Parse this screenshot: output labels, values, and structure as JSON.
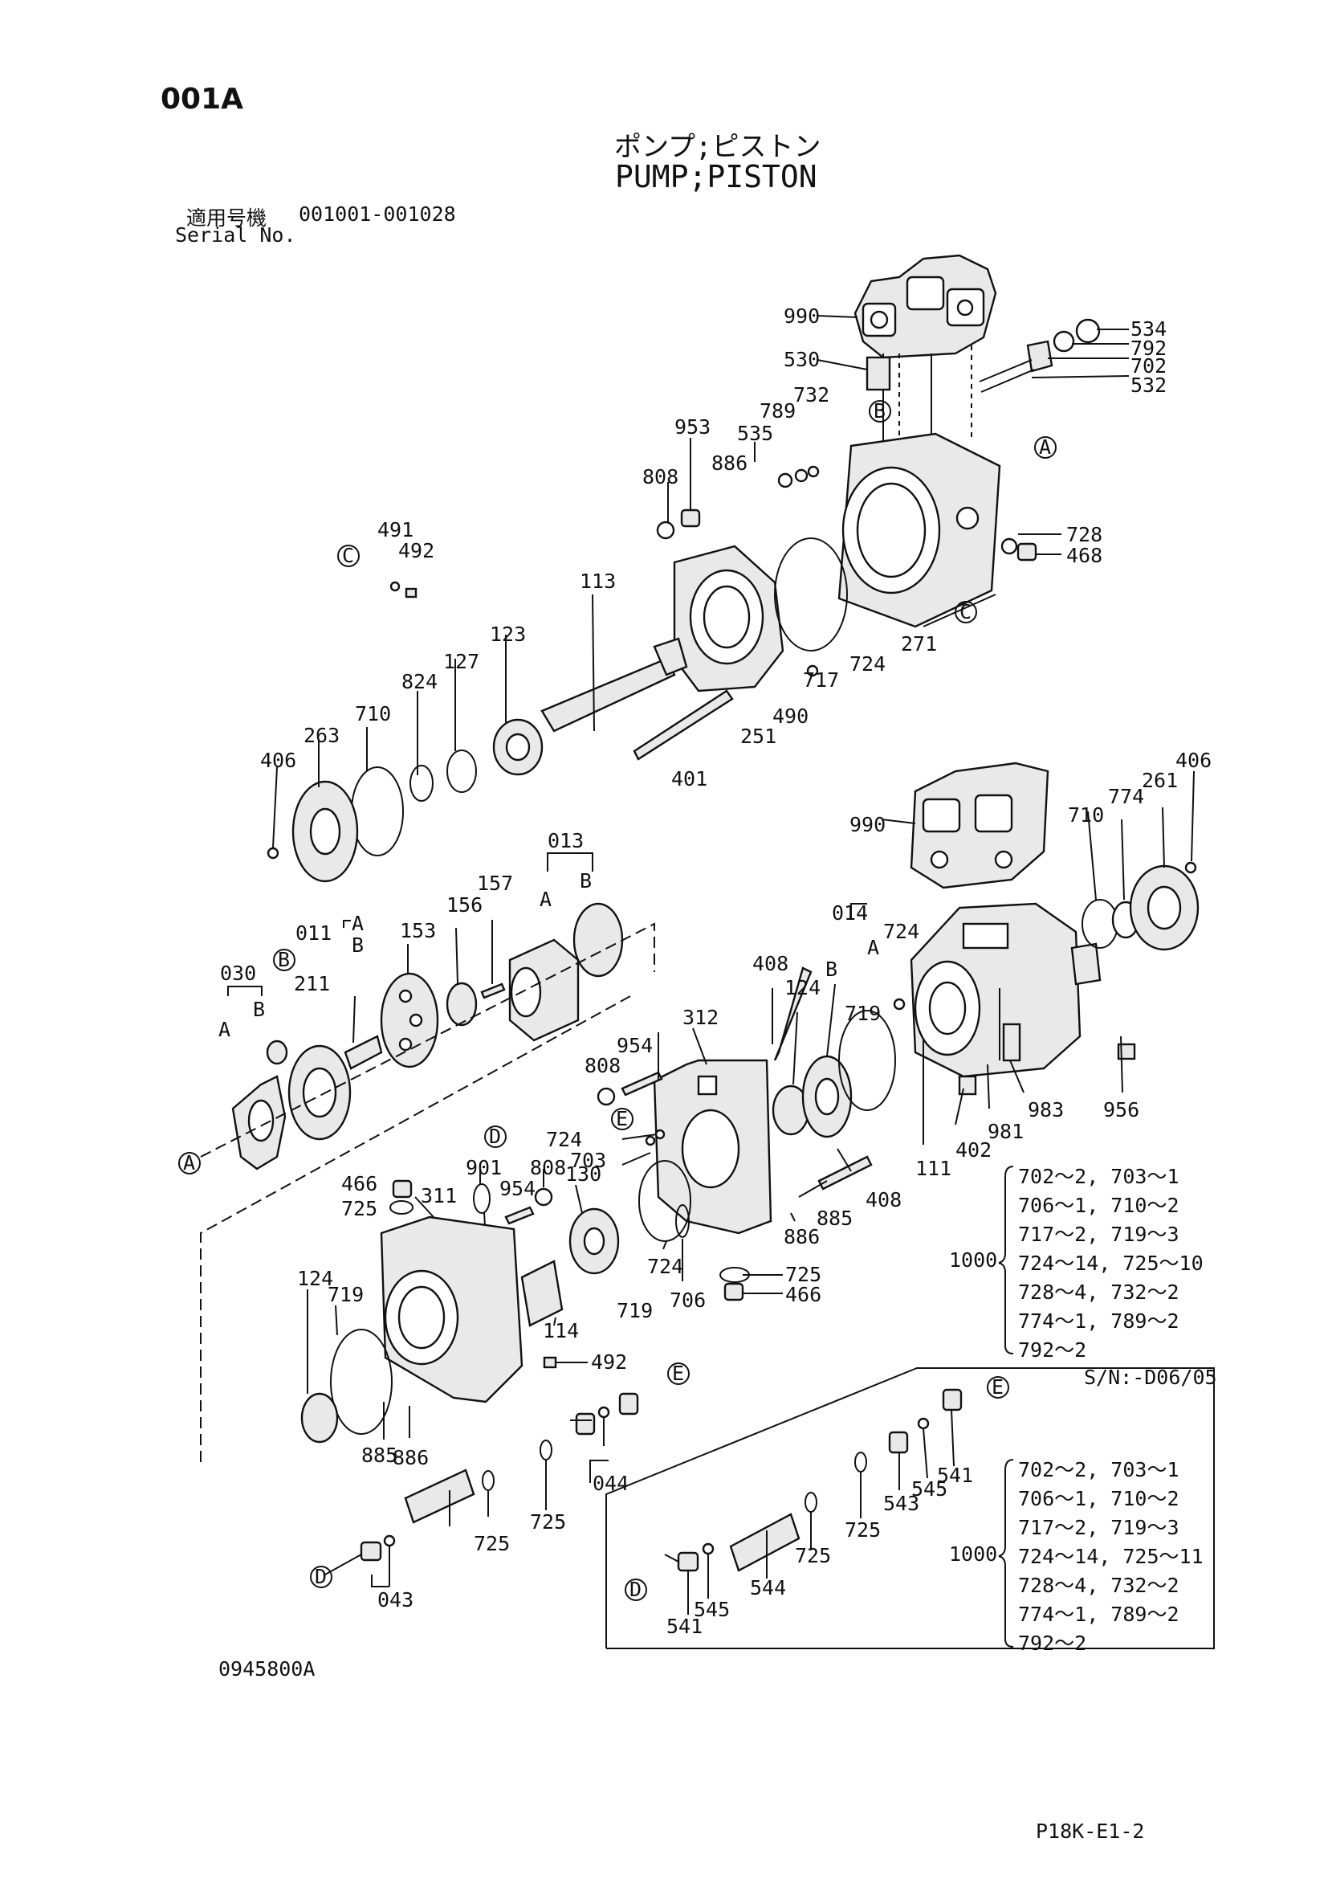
{
  "header": {
    "page_id": "001A",
    "title_jp": "ポンプ;ピストン",
    "title_en": "PUMP;PISTON",
    "serial_label_jp": "適用号機",
    "serial_range": "001001-001028",
    "serial_label_en": "Serial No."
  },
  "footer": {
    "doc_code": "0945800A",
    "page_code": "P18K-E1-2"
  },
  "callouts": [
    {
      "id": "990a",
      "text": "990"
    },
    {
      "id": "530",
      "text": "530"
    },
    {
      "id": "534",
      "text": "534"
    },
    {
      "id": "792",
      "text": "792"
    },
    {
      "id": "702",
      "text": "702"
    },
    {
      "id": "532",
      "text": "532"
    },
    {
      "id": "953",
      "text": "953"
    },
    {
      "id": "789",
      "text": "789"
    },
    {
      "id": "732",
      "text": "732"
    },
    {
      "id": "535",
      "text": "535"
    },
    {
      "id": "808a",
      "text": "808"
    },
    {
      "id": "886a",
      "text": "886"
    },
    {
      "id": "728",
      "text": "728"
    },
    {
      "id": "468",
      "text": "468"
    },
    {
      "id": "491",
      "text": "491"
    },
    {
      "id": "492a",
      "text": "492"
    },
    {
      "id": "113",
      "text": "113"
    },
    {
      "id": "123",
      "text": "123"
    },
    {
      "id": "127",
      "text": "127"
    },
    {
      "id": "824",
      "text": "824"
    },
    {
      "id": "710a",
      "text": "710"
    },
    {
      "id": "263",
      "text": "263"
    },
    {
      "id": "406a",
      "text": "406"
    },
    {
      "id": "717",
      "text": "717"
    },
    {
      "id": "724a",
      "text": "724"
    },
    {
      "id": "271",
      "text": "271"
    },
    {
      "id": "490",
      "text": "490"
    },
    {
      "id": "251",
      "text": "251"
    },
    {
      "id": "401",
      "text": "401"
    },
    {
      "id": "990b",
      "text": "990"
    },
    {
      "id": "710b",
      "text": "710"
    },
    {
      "id": "774",
      "text": "774"
    },
    {
      "id": "261",
      "text": "261"
    },
    {
      "id": "406b",
      "text": "406"
    },
    {
      "id": "013",
      "text": "013"
    },
    {
      "id": "011",
      "text": "011"
    },
    {
      "id": "030",
      "text": "030"
    },
    {
      "id": "211",
      "text": "211"
    },
    {
      "id": "153",
      "text": "153"
    },
    {
      "id": "156",
      "text": "156"
    },
    {
      "id": "157",
      "text": "157"
    },
    {
      "id": "014",
      "text": "014"
    },
    {
      "id": "724b",
      "text": "724"
    },
    {
      "id": "408a",
      "text": "408"
    },
    {
      "id": "124a",
      "text": "124"
    },
    {
      "id": "312",
      "text": "312"
    },
    {
      "id": "954a",
      "text": "954"
    },
    {
      "id": "808b",
      "text": "808"
    },
    {
      "id": "719a",
      "text": "719"
    },
    {
      "id": "983",
      "text": "983"
    },
    {
      "id": "981",
      "text": "981"
    },
    {
      "id": "956",
      "text": "956"
    },
    {
      "id": "111",
      "text": "111"
    },
    {
      "id": "402",
      "text": "402"
    },
    {
      "id": "724c",
      "text": "724"
    },
    {
      "id": "703",
      "text": "703"
    },
    {
      "id": "901",
      "text": "901"
    },
    {
      "id": "808c",
      "text": "808"
    },
    {
      "id": "130",
      "text": "130"
    },
    {
      "id": "954b",
      "text": "954"
    },
    {
      "id": "466a",
      "text": "466"
    },
    {
      "id": "725a",
      "text": "725"
    },
    {
      "id": "311",
      "text": "311"
    },
    {
      "id": "408b",
      "text": "408"
    },
    {
      "id": "885a",
      "text": "885"
    },
    {
      "id": "886b",
      "text": "886"
    },
    {
      "id": "724d",
      "text": "724"
    },
    {
      "id": "706",
      "text": "706"
    },
    {
      "id": "719b",
      "text": "719"
    },
    {
      "id": "725b",
      "text": "725"
    },
    {
      "id": "466b",
      "text": "466"
    },
    {
      "id": "114",
      "text": "114"
    },
    {
      "id": "124b",
      "text": "124"
    },
    {
      "id": "719c",
      "text": "719"
    },
    {
      "id": "492b",
      "text": "492"
    },
    {
      "id": "885b",
      "text": "885"
    },
    {
      "id": "886c",
      "text": "886"
    },
    {
      "id": "044",
      "text": "044"
    },
    {
      "id": "725c",
      "text": "725"
    },
    {
      "id": "725d",
      "text": "725"
    },
    {
      "id": "043",
      "text": "043"
    },
    {
      "id": "725e",
      "text": "725"
    },
    {
      "id": "725f",
      "text": "725"
    },
    {
      "id": "543",
      "text": "543"
    },
    {
      "id": "545a",
      "text": "545"
    },
    {
      "id": "541a",
      "text": "541"
    },
    {
      "id": "544",
      "text": "544"
    },
    {
      "id": "541b",
      "text": "541"
    },
    {
      "id": "545b",
      "text": "545"
    }
  ],
  "subletters": [
    {
      "id": "A1",
      "text": "A"
    },
    {
      "id": "B1",
      "text": "B"
    },
    {
      "id": "A2",
      "text": "A"
    },
    {
      "id": "B2",
      "text": "B"
    },
    {
      "id": "A3",
      "text": "A"
    },
    {
      "id": "B3",
      "text": "B"
    },
    {
      "id": "A4",
      "text": "A"
    },
    {
      "id": "B4",
      "text": "B"
    }
  ],
  "markers": [
    {
      "id": "mA1",
      "text": "A"
    },
    {
      "id": "mA2",
      "text": "A"
    },
    {
      "id": "mB1",
      "text": "B"
    },
    {
      "id": "mB2",
      "text": "B"
    },
    {
      "id": "mC1",
      "text": "C"
    },
    {
      "id": "mC2",
      "text": "C"
    },
    {
      "id": "mD1",
      "text": "D"
    },
    {
      "id": "mD2",
      "text": "D"
    },
    {
      "id": "mD3",
      "text": "D"
    },
    {
      "id": "mE1",
      "text": "E"
    },
    {
      "id": "mE2",
      "text": "E"
    },
    {
      "id": "mE3",
      "text": "E"
    }
  ],
  "kit_upper": {
    "qty_label": "1000",
    "lines": [
      "702～2, 703～1",
      "706～1, 710～2",
      "717～2, 719～3",
      "724～14, 725～10",
      "728～4, 732～2",
      "774～1, 789～2",
      "792～2"
    ]
  },
  "kit_lower": {
    "sn_note": "S/N:-D06/05",
    "qty_label": "1000",
    "lines": [
      "702～2, 703～1",
      "706～1, 710～2",
      "717～2, 719～3",
      "724～14, 725～11",
      "728～4, 732～2",
      "774～1, 789～2",
      "792～2"
    ]
  }
}
